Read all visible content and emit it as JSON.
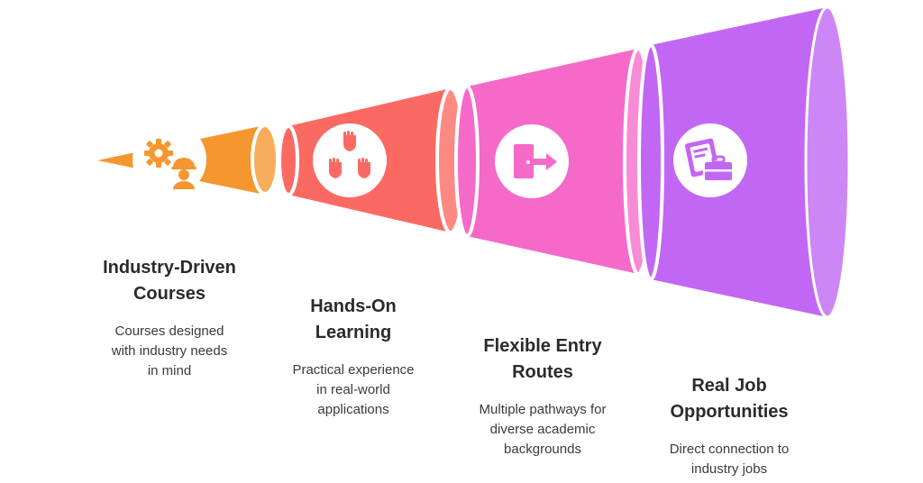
{
  "colors": {
    "orange": "#f5962e",
    "coral": "#fb6a62",
    "pink": "#f56ac8",
    "purple": "#c267f3",
    "icon_bg": "#ffffff"
  },
  "steps": [
    {
      "title_line1": "Industry-Driven",
      "title_line2": "Courses",
      "desc_line1": "Courses designed",
      "desc_line2": "with industry needs",
      "desc_line3": "in mind",
      "icon": "gear-worker-icon"
    },
    {
      "title_line1": "Hands-On",
      "title_line2": "Learning",
      "desc_line1": "Practical experience",
      "desc_line2": "in real-world",
      "desc_line3": "applications",
      "icon": "raised-hands-icon"
    },
    {
      "title_line1": "Flexible Entry",
      "title_line2": "Routes",
      "desc_line1": "Multiple pathways for",
      "desc_line2": "diverse academic",
      "desc_line3": "backgrounds",
      "icon": "door-exit-icon"
    },
    {
      "title_line1": "Real Job",
      "title_line2": "Opportunities",
      "desc_line1": "Direct connection to",
      "desc_line2": "industry jobs",
      "desc_line3": "",
      "icon": "briefcase-icon"
    }
  ]
}
